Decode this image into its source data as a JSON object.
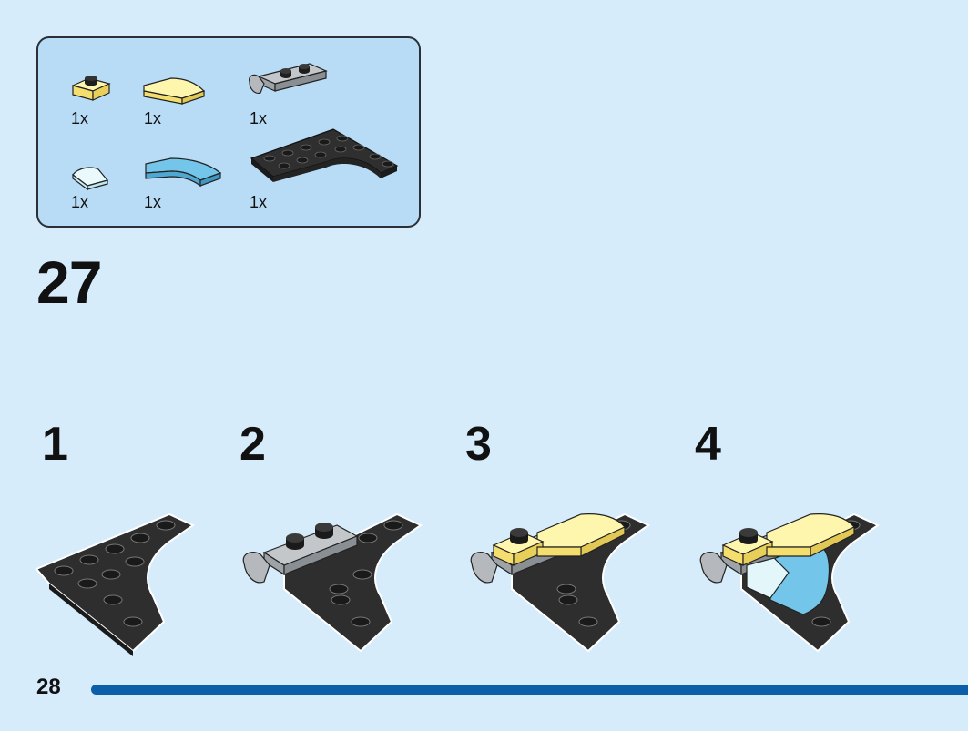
{
  "parts_list": {
    "items": [
      {
        "name": "yellow-plate-1x1-round",
        "qty": "1x"
      },
      {
        "name": "yellow-curved-slope",
        "qty": "1x"
      },
      {
        "name": "gray-clip-plate",
        "qty": "1x"
      },
      {
        "name": "trans-clear-quarter-tile",
        "qty": "1x"
      },
      {
        "name": "blue-curved-tile",
        "qty": "1x"
      },
      {
        "name": "black-wedge-plate",
        "qty": "1x"
      }
    ]
  },
  "step": {
    "number": "27"
  },
  "substeps": [
    "1",
    "2",
    "3",
    "4"
  ],
  "page": {
    "number": "28"
  },
  "colors": {
    "background": "#d6ecfb",
    "parts_box": "#b8dcf6",
    "brick_black": "#2a2a2a",
    "brick_gray": "#9ea3a8",
    "brick_yellow": "#fbef8a",
    "brick_blue": "#6bbde3",
    "brick_trans": "#e3f7fb",
    "progress_bar": "#0d5ea8"
  }
}
